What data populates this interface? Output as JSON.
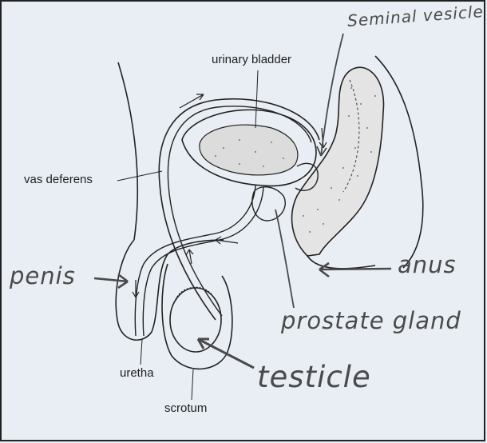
{
  "labels": {
    "urinary_bladder": "urinary bladder",
    "vas_deferens": "vas deferens",
    "uretha": "uretha",
    "scrotum": "scrotum"
  },
  "handwritten": {
    "seminal_vesicle": "Seminal vesicle",
    "penis": "penis",
    "anus": "anus",
    "prostate_gland": "prostate gland",
    "testicle": "testicle"
  },
  "colors": {
    "paper": "#e9eef4",
    "ink": "#1e1e1e",
    "pencil": "#4a4a4a"
  }
}
